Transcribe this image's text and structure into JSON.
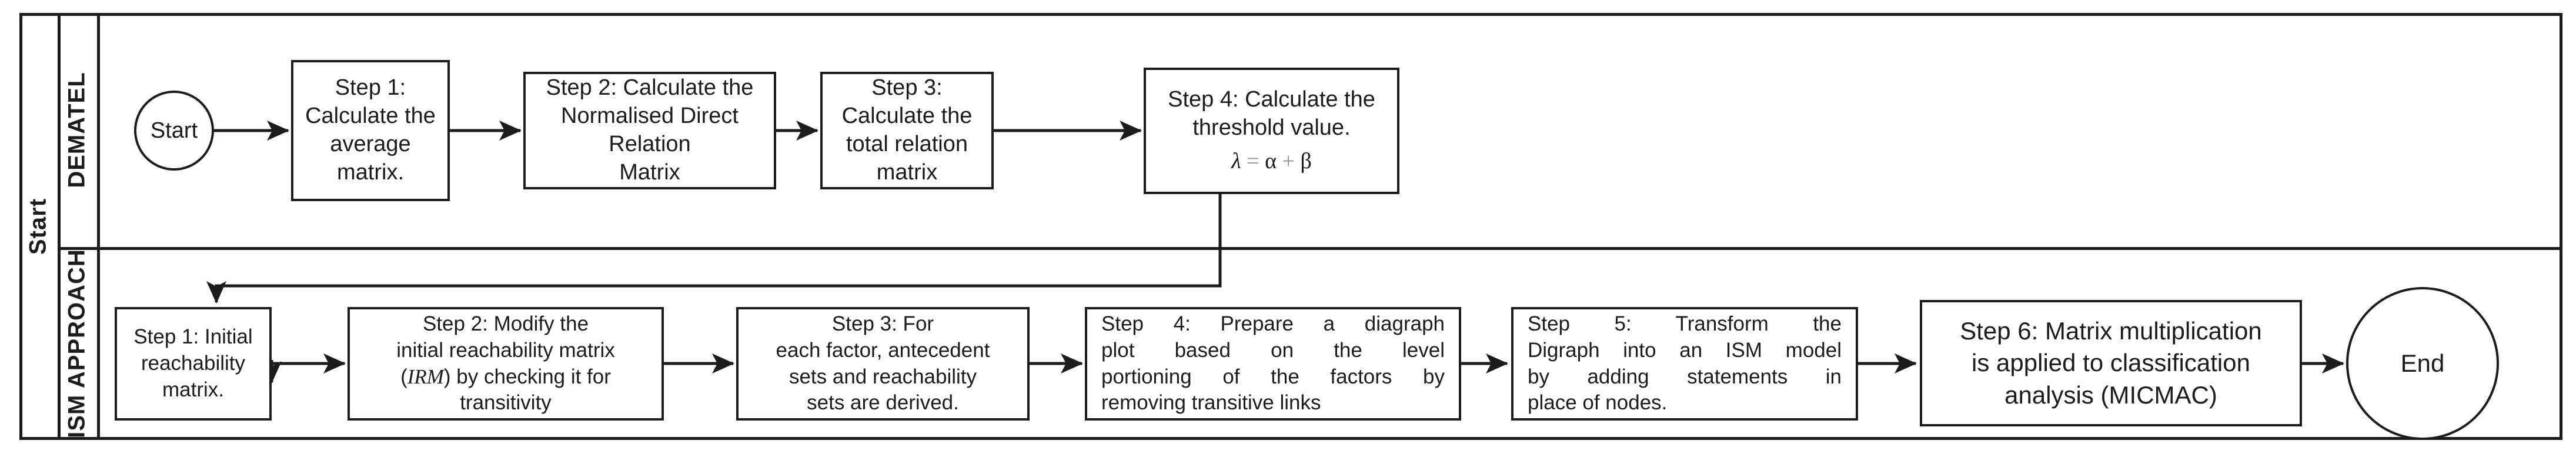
{
  "frame": {
    "start_column_label": "Start"
  },
  "lanes": [
    {
      "label": "DEMATEL"
    },
    {
      "label": "ISM APPROACH"
    }
  ],
  "dematel": {
    "start_label": "Start",
    "steps": [
      {
        "label": "Step 1:\nCalculate the\naverage\nmatrix."
      },
      {
        "label": "Step 2: Calculate the\nNormalised Direct\nRelation\nMatrix"
      },
      {
        "label": "Step 3:\nCalculate the\ntotal relation\nmatrix"
      },
      {
        "label": "Step 4: Calculate the\nthreshold value.",
        "formula": "[[λ]] {{=}} α {{+}} β"
      }
    ]
  },
  "ism": {
    "steps": [
      {
        "label": "Step 1: Initial\nreachability\nmatrix."
      },
      {
        "label": "Step 2: Modify the\ninitial reachability matrix\n([[IRM]]) by checking it for\ntransitivity"
      },
      {
        "label": "Step 3: For\neach factor, antecedent\nsets and reachability\nsets are derived."
      },
      {
        "label": "Step 4: Prepare a diagraph\nplot based on the level\nportioning of the factors by\nremoving transitive links"
      },
      {
        "label": "Step 5: Transform the\nDigraph into an ISM model\nby adding statements in\nplace of nodes."
      },
      {
        "label": "Step 6: Matrix multiplication\nis applied to classification\nanalysis (MICMAC)"
      }
    ],
    "end_label": "End"
  },
  "colors": {
    "line": "#1c1c1c",
    "faint": "#939393",
    "background": "#ffffff"
  }
}
